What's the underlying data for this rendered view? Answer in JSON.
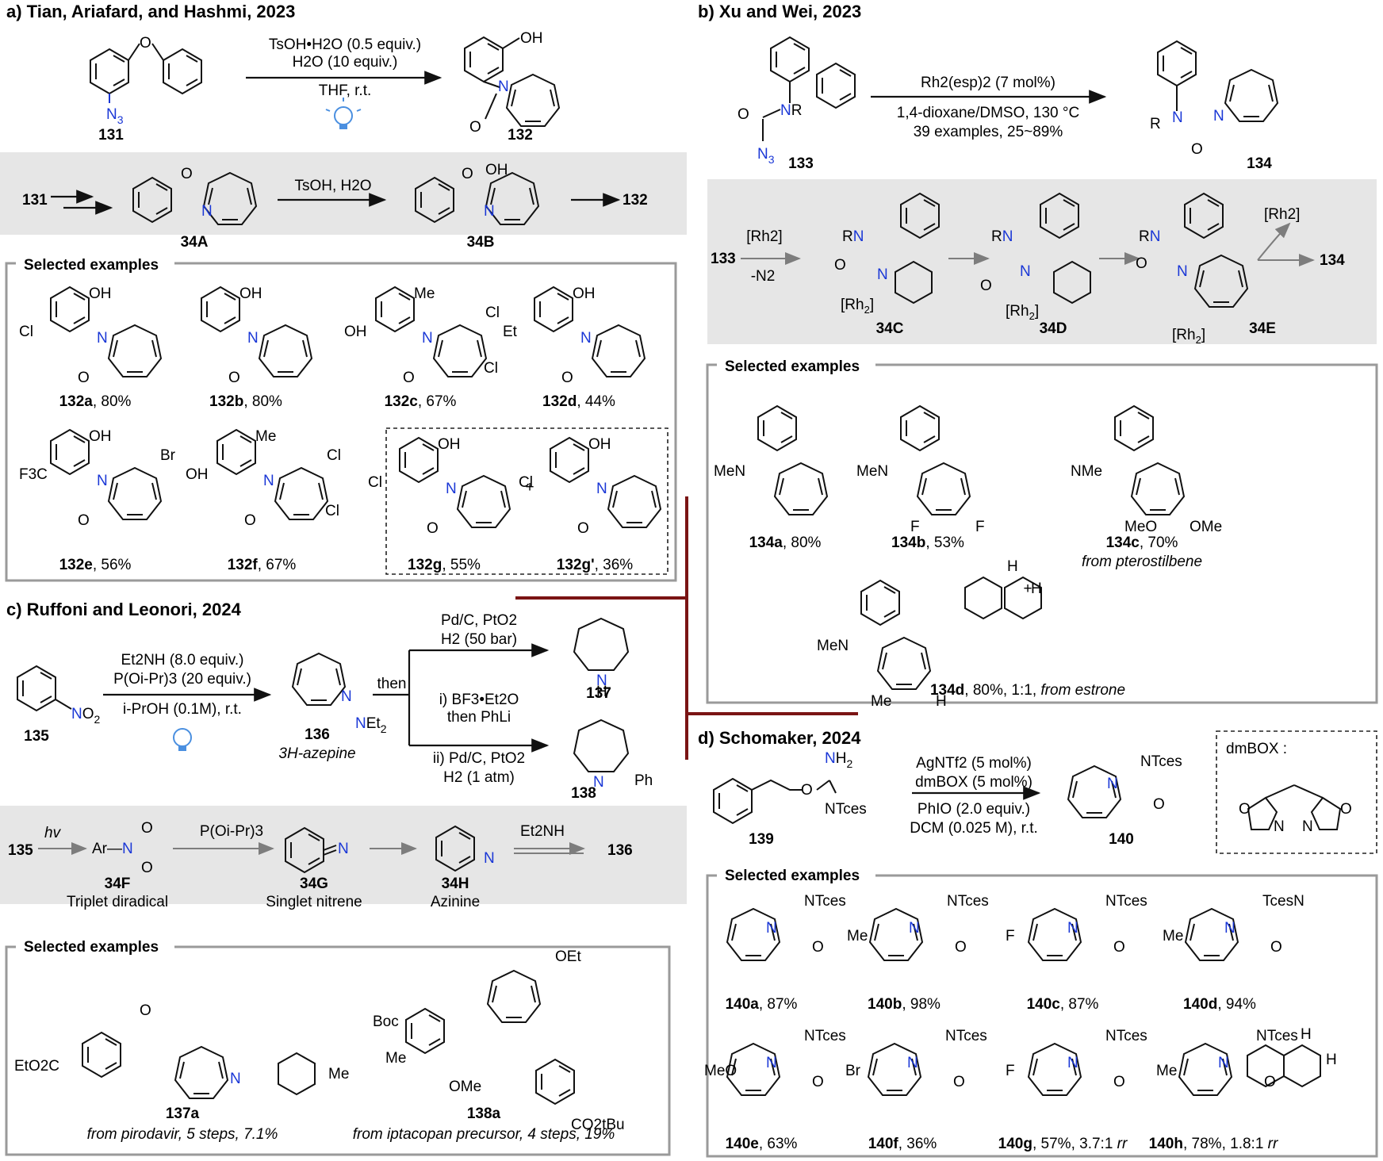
{
  "panel_a": {
    "title": "a) Tian, Ariafard, and Hashmi,  2023",
    "labels": [
      "131",
      "132",
      "34A",
      "34B"
    ],
    "conditions": [
      "TsOH•H2O (0.5 equiv.)",
      "H2O (10 equiv.)",
      "THF, r.t."
    ],
    "mech_condition": "TsOH, H2O",
    "examples_title": "Selected examples",
    "examples": [
      {
        "compound": "132a",
        "yield": ", 80%",
        "subs": [
          "OH",
          "Cl"
        ]
      },
      {
        "compound": "132b",
        "yield": ", 80%",
        "subs": [
          "OH"
        ]
      },
      {
        "compound": "132c",
        "yield": ", 67%",
        "subs": [
          "Me",
          "OH",
          "Cl",
          "Cl"
        ]
      },
      {
        "compound": "132d",
        "yield": ", 44%",
        "subs": [
          "OH",
          "Et"
        ]
      },
      {
        "compound": "132e",
        "yield": ", 56%",
        "subs": [
          "OH",
          "F3C",
          "Br"
        ]
      },
      {
        "compound": "132f",
        "yield": ", 67%",
        "subs": [
          "Me",
          "OH",
          "Cl",
          "Cl"
        ]
      },
      {
        "compound": "132g",
        "yield": ", 55%",
        "subs": [
          "OH",
          "Cl"
        ]
      },
      {
        "compound": "132g'",
        "yield": ", 36%",
        "subs": [
          "OH",
          "Cl"
        ]
      }
    ]
  },
  "panel_b": {
    "title": "b) Xu and Wei, 2023",
    "labels": [
      "133",
      "134",
      "34C",
      "34D",
      "34E"
    ],
    "conditions": [
      "Rh2(esp)2 (7 mol%)",
      "1,4-dioxane/DMSO, 130 °C",
      "39 examples, 25~89%"
    ],
    "mech_reagent": "[Rh2]",
    "mech_loss": "-N2",
    "examples_title": "Selected examples",
    "examples": [
      {
        "compound": "134a",
        "yield": ", 80%",
        "subs": [
          "MeN"
        ]
      },
      {
        "compound": "134b",
        "yield": ", 53%",
        "subs": [
          "MeN",
          "F",
          "F"
        ]
      },
      {
        "compound": "134c",
        "yield": ", 70%",
        "subs": [
          "NMe",
          "MeO",
          "OMe"
        ],
        "note": "from pterostilbene"
      },
      {
        "compound": "134d",
        "yield": ", 80%, 1:1, ",
        "subs": [
          "MeN",
          "Me",
          "H",
          "H",
          "H"
        ],
        "note": "from estrone"
      }
    ]
  },
  "panel_c": {
    "title": "c) Ruffoni and Leonori, 2024",
    "labels": [
      "135",
      "136",
      "137",
      "138",
      "34F",
      "34G",
      "34H"
    ],
    "conditions": [
      "Et2NH (8.0 equiv.)",
      "P(Oi-Pr)3 (20 equiv.)",
      "i-PrOH (0.1M), r.t.",
      "Pd/C, PtO2",
      "H2 (50 bar)",
      "i) BF3•Et2O",
      "then PhLi",
      "ii) Pd/C, PtO2",
      "H2 (1 atm)"
    ],
    "then_label": "then",
    "intermediate_name": "3H-azepine",
    "mech_light": "hv",
    "mech_reagent_1": "P(Oi-Pr)3",
    "mech_reagent_2": "Et2NH",
    "mech_desc": [
      "Triplet diradical",
      "Singlet nitrene",
      "Azinine"
    ],
    "examples_title": "Selected examples",
    "examples": [
      {
        "compound": "137a",
        "note": "from pirodavir, 5 steps, 7.1%",
        "subs": [
          "EtO2C",
          "O",
          "N",
          "Me"
        ]
      },
      {
        "compound": "138a",
        "note": "from iptacopan precursor, 4 steps, 19%",
        "subs": [
          "Boc",
          "OEt",
          "Me",
          "OMe",
          "CO2tBu"
        ]
      }
    ]
  },
  "panel_d": {
    "title": "d) Schomaker, 2024",
    "labels": [
      "139",
      "140"
    ],
    "conditions": [
      "AgNTf2 (5 mol%)",
      "dmBOX (5 mol%)",
      "PhIO (2.0 equiv.)",
      "DCM (0.025 M), r.t."
    ],
    "ligand_label": "dmBOX :",
    "examples_title": "Selected examples",
    "examples": [
      {
        "compound": "140a",
        "yield": ", 87%",
        "subs": [
          "NTces"
        ]
      },
      {
        "compound": "140b",
        "yield": ", 98%",
        "subs": [
          "NTces",
          "Me"
        ]
      },
      {
        "compound": "140c",
        "yield": ", 87%",
        "subs": [
          "NTces",
          "F"
        ]
      },
      {
        "compound": "140d",
        "yield": ", 94%",
        "subs": [
          "TcesN",
          "Me"
        ]
      },
      {
        "compound": "140e",
        "yield": ", 63%",
        "subs": [
          "NTces",
          "MeO"
        ]
      },
      {
        "compound": "140f",
        "yield": ", 36%",
        "subs": [
          "NTces",
          "Br"
        ]
      },
      {
        "compound": "140g",
        "yield": ", 57%, 3.7:1 ",
        "rr": "rr",
        "subs": [
          "NTces",
          "F"
        ]
      },
      {
        "compound": "140h",
        "yield": ", 78%, 1.8:1 ",
        "rr": "rr",
        "subs": [
          "NTces",
          "Me",
          "H",
          "H"
        ]
      }
    ]
  }
}
